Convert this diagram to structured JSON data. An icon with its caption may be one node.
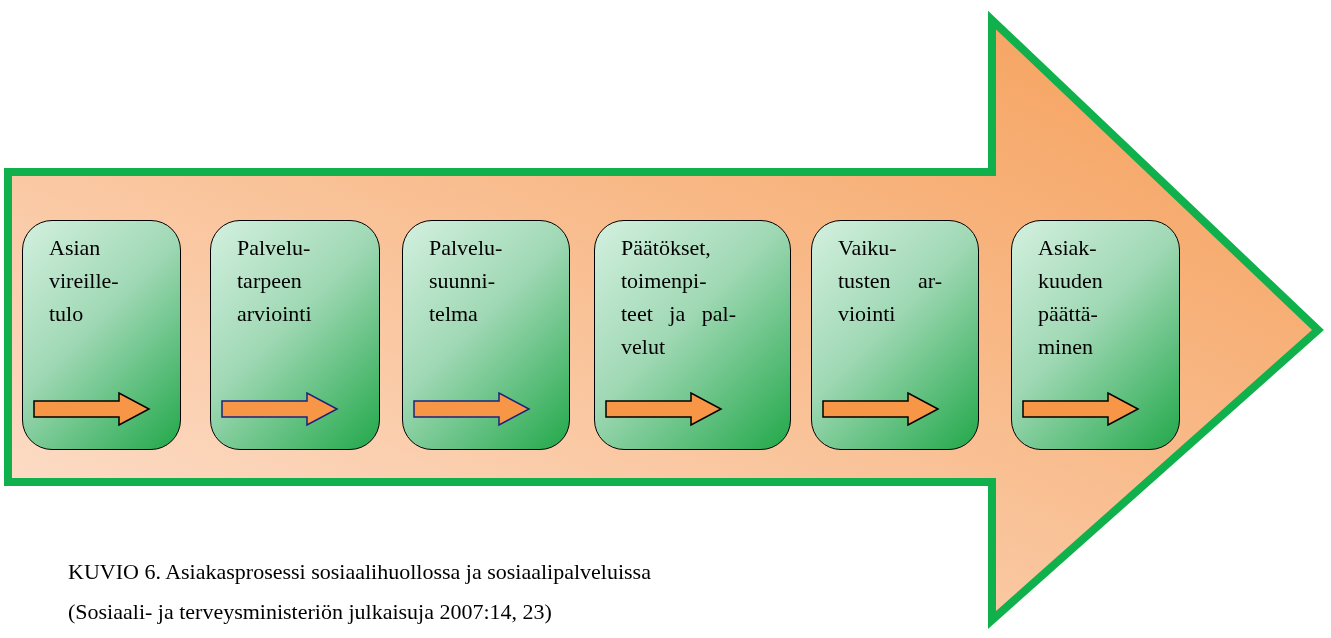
{
  "diagram": {
    "caption": "KUVIO 6. Asiakasprosessi sosiaalihuollossa ja sosiaalipalveluissa (Sosiaali- ja terveysministeriön julkaisuja 2007:14, 23)",
    "nodes": [
      {
        "text": [],
        "shape": "arrow"
      },
      {
        "text": [
          "Asian vireille- tulo"
        ],
        "in": 0
      },
      {
        "text": [
          "Palvelu- tarpeen arviointi"
        ],
        "in": 0
      },
      {
        "text": [
          "Palvelu- suunni- telma"
        ],
        "in": 0
      },
      {
        "text": [
          "Päätökset, toimenpi- teet ja pal- velut"
        ],
        "in": 0
      },
      {
        "text": [
          "Vaiku- tusten ar- viointi"
        ],
        "in": 0
      },
      {
        "text": [
          "Asiak- kuuden päättä- minen"
        ],
        "in": 0
      }
    ]
  }
}
